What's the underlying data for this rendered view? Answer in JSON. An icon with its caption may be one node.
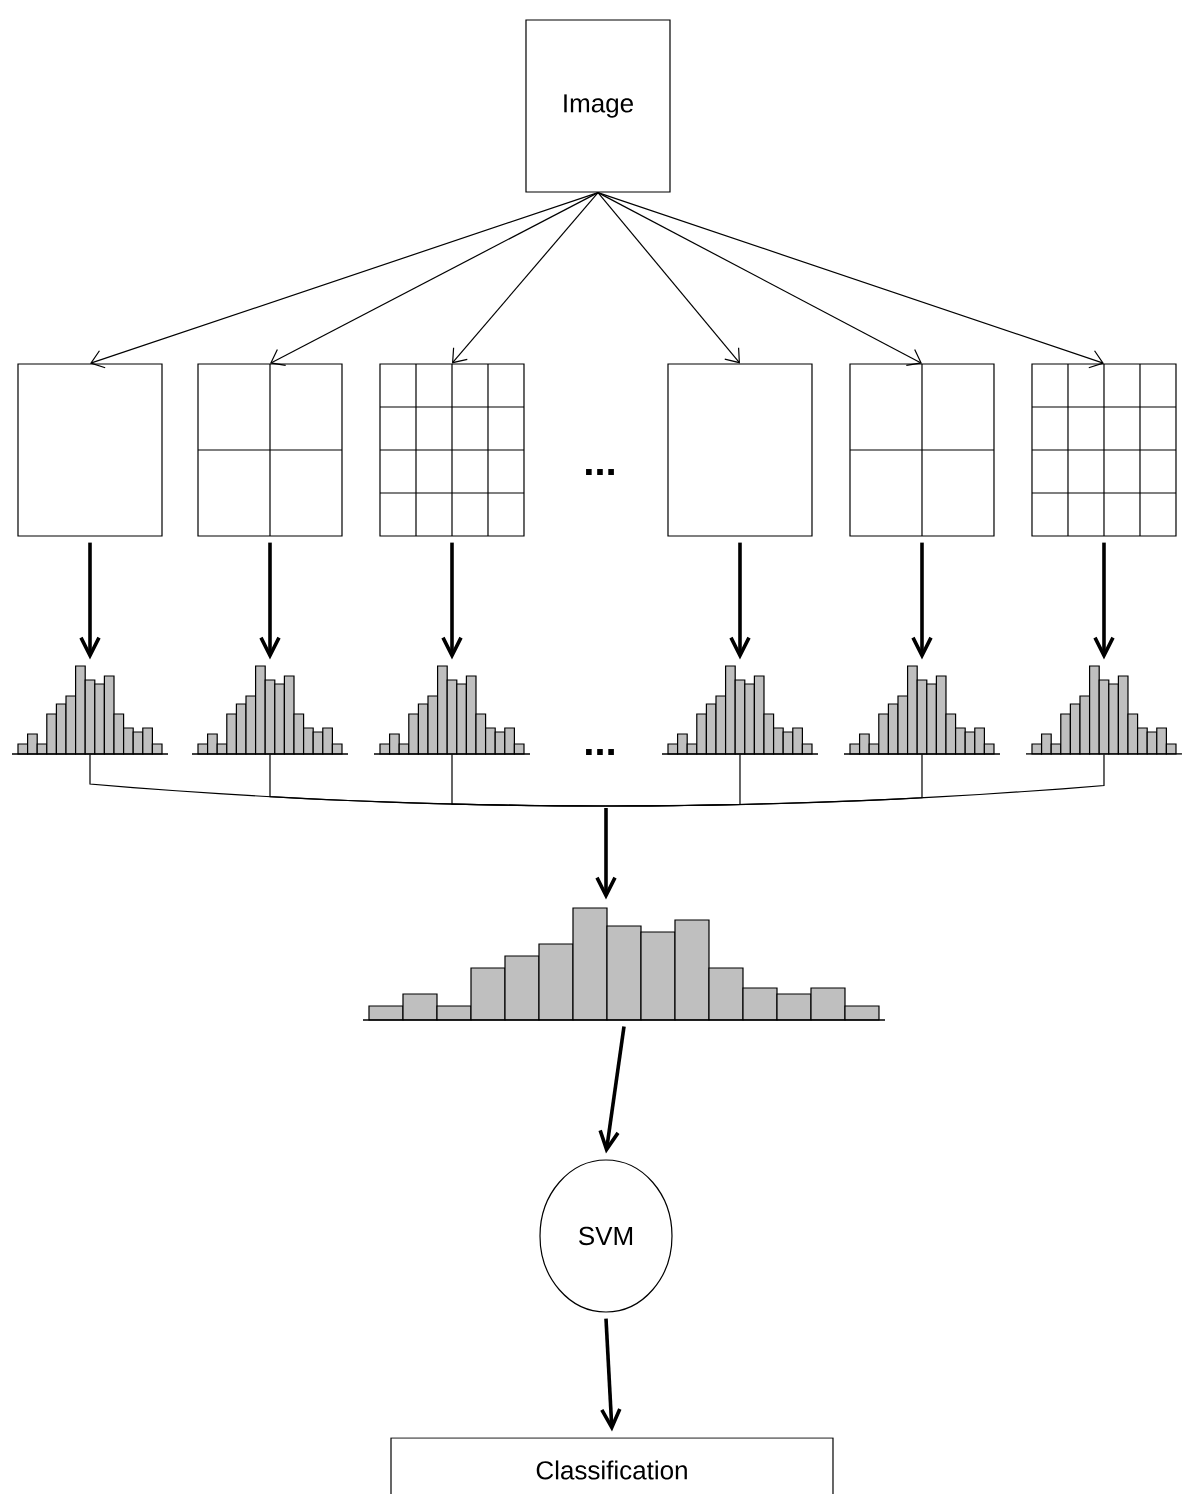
{
  "diagram": {
    "nodes": [
      {
        "text": [
          "Image"
        ]
      },
      {
        "text": [],
        "shape": "box"
      },
      {
        "text": [],
        "shape": "box"
      },
      {
        "text": [],
        "shape": "box"
      },
      {
        "text": [],
        "shape": "box"
      },
      {
        "text": [],
        "shape": "box"
      },
      {
        "text": [],
        "shape": "box"
      },
      {
        "text": [],
        "shape": "picture"
      },
      {
        "text": [],
        "shape": "picture"
      },
      {
        "text": [],
        "shape": "picture"
      },
      {
        "text": [],
        "shape": "picture"
      },
      {
        "text": [],
        "shape": "picture"
      },
      {
        "text": [],
        "shape": "picture"
      },
      {
        "text": [],
        "shape": "picture"
      },
      {
        "text": [
          "SVM"
        ]
      },
      {
        "text": [
          "Classification"
        ]
      }
    ],
    "edges": [
      {
        "from": 0,
        "to": 1,
        "arrow": "to"
      },
      {
        "from": 0,
        "to": 2,
        "arrow": "to"
      },
      {
        "from": 0,
        "to": 3,
        "arrow": "to"
      },
      {
        "from": 0,
        "to": 4,
        "arrow": "to"
      },
      {
        "from": 0,
        "to": 5,
        "arrow": "to"
      },
      {
        "from": 0,
        "to": 6,
        "arrow": "to"
      },
      {
        "from": 1,
        "to": 7,
        "arrow": "to"
      },
      {
        "from": 2,
        "to": 8,
        "arrow": "to"
      },
      {
        "from": 3,
        "to": 9,
        "arrow": "to"
      },
      {
        "from": 4,
        "to": 10,
        "arrow": "to"
      },
      {
        "from": 5,
        "to": 11,
        "arrow": "to"
      },
      {
        "from": 6,
        "to": 12,
        "arrow": "to"
      },
      {
        "from": 7,
        "to": 13,
        "arrow": "to"
      },
      {
        "from": 8,
        "to": 13,
        "arrow": "to"
      },
      {
        "from": 9,
        "to": 13,
        "arrow": "to"
      },
      {
        "from": 10,
        "to": 13,
        "arrow": "to"
      },
      {
        "from": 11,
        "to": 13,
        "arrow": "to"
      },
      {
        "from": 12,
        "to": 13,
        "arrow": "to"
      },
      {
        "from": 13,
        "to": 14,
        "arrow": "to"
      },
      {
        "from": 14,
        "to": 15,
        "arrow": "to"
      }
    ],
    "labels": [
      "...",
      "..."
    ]
  }
}
